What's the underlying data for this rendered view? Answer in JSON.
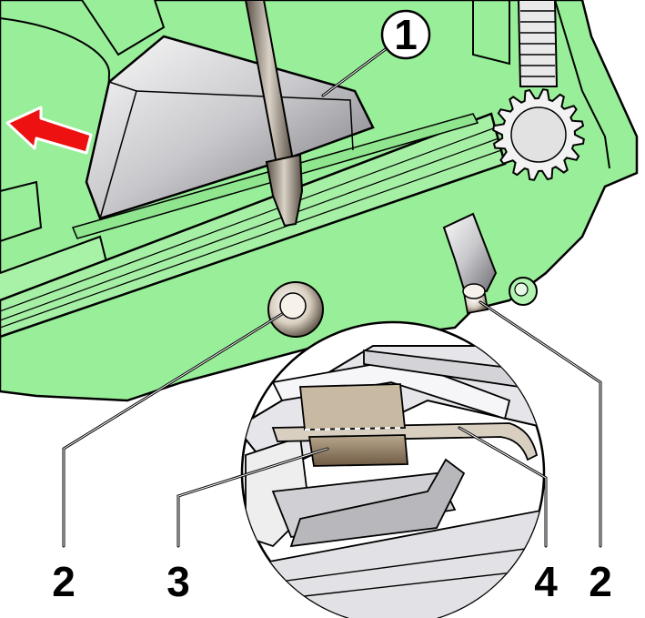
{
  "callouts": [
    {
      "label": "1"
    },
    {
      "label": "2"
    },
    {
      "label": "3"
    },
    {
      "label": "4"
    },
    {
      "label": "2"
    }
  ],
  "colors": {
    "housing_green": "#99ee99",
    "outline": "#000000",
    "arrow_red": "#ee1111",
    "metal_light": "#f4f4f4",
    "metal_dark": "#8c8c90",
    "brown_part": "#8a7055",
    "background": "#ffffff"
  },
  "icons": {
    "direction_arrow": "red-arrow-left-icon"
  }
}
